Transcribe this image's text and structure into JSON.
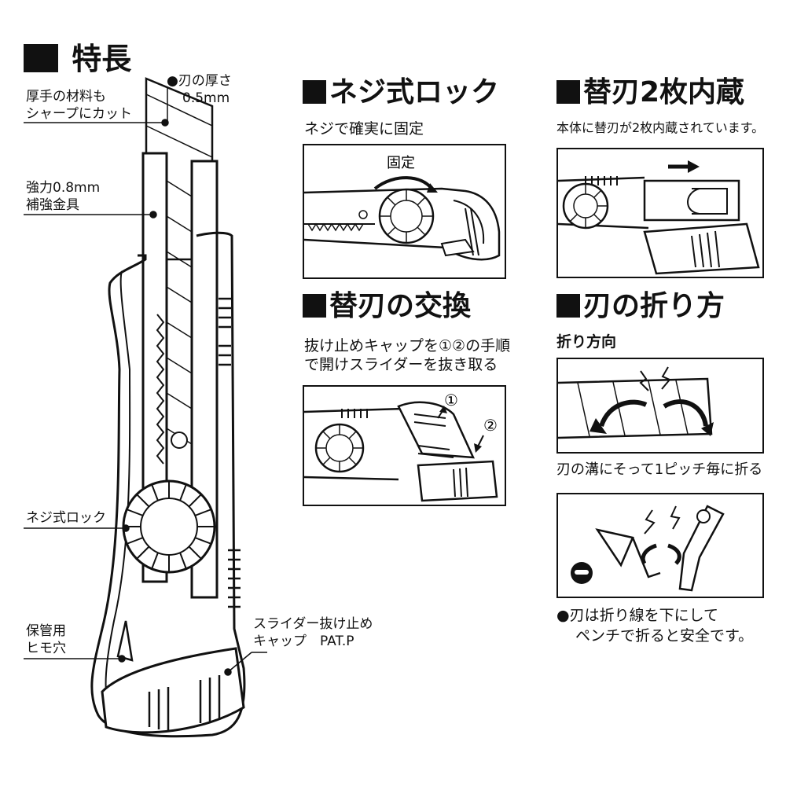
{
  "features": {
    "title": "特長",
    "blade_thickness": {
      "line1": "●刃の厚さ",
      "line2": "0.5mm"
    },
    "thick_material": {
      "line1": "厚手の材料も",
      "line2": "シャープにカット"
    },
    "reinforcement": {
      "line1": "強力0.8mm",
      "line2": "補強金具"
    },
    "screw_lock": "ネジ式ロック",
    "strap_hole": {
      "line1": "保管用",
      "line2": "ヒモ穴"
    },
    "slider_cap": {
      "line1": "スライダー抜け止め",
      "line2": "キャップ　PAT.P"
    }
  },
  "screw_lock_section": {
    "title": "ネジ式ロック",
    "subtitle": "ネジで確実に固定",
    "diagram_label": "固定"
  },
  "replacement_section": {
    "title": "替刃の交換",
    "line1": "抜け止めキャップを①②の手順",
    "line2": "で開けスライダーを抜き取る",
    "step1": "①",
    "step2": "②"
  },
  "spare_blades_section": {
    "title": "替刃2枚内蔵",
    "subtitle": "本体に替刃が2枚内蔵されています。"
  },
  "snapping_section": {
    "title": "刃の折り方",
    "direction_label": "折り方向",
    "note": "刃の溝にそって1ピッチ毎に折る",
    "safety_line1": "●刃は折り線を下にして",
    "safety_line2": "ペンチで折ると安全です。"
  }
}
